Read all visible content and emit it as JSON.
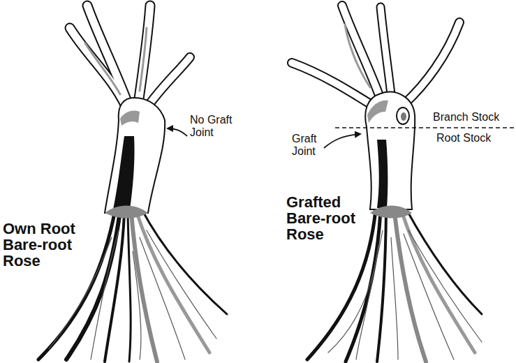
{
  "diagram": {
    "labels": [
      "Own Root Bare-root Rose",
      "No Graft Joint",
      "Grafted Bare-root Rose",
      "Graft Joint",
      "Branch Stock",
      "Root Stock"
    ]
  }
}
